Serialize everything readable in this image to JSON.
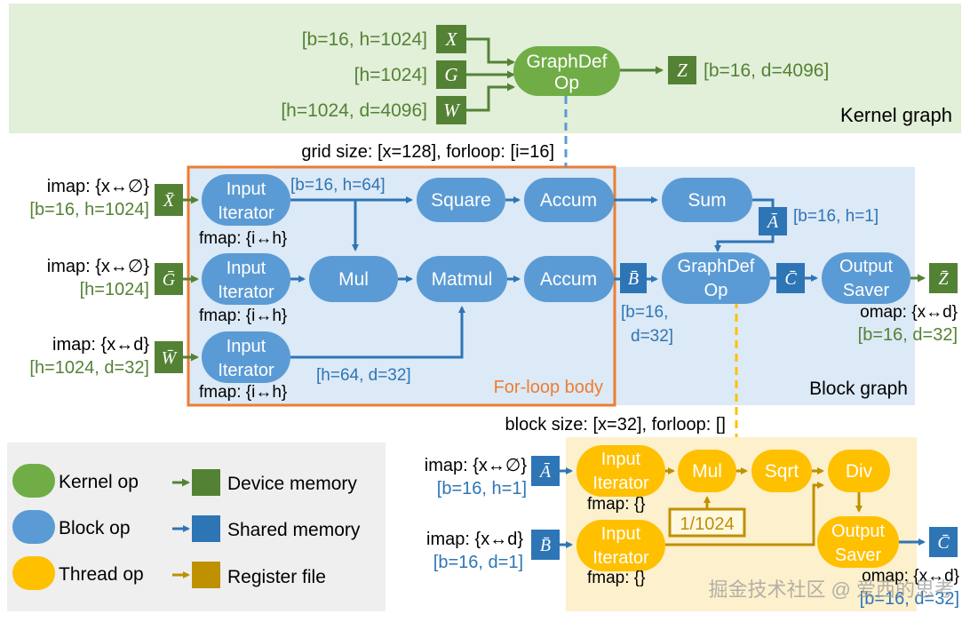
{
  "colors": {
    "kernel_bg": "#e2efd9",
    "block_bg": "#dce9f6",
    "thread_bg": "#fdf0cc",
    "legend_bg": "#efefef",
    "kernel_op": "#70ad47",
    "block_op": "#5b9bd5",
    "thread_op": "#ffc000",
    "device_mem": "#548235",
    "shared_mem": "#2e75b6",
    "register_file": "#bf9000",
    "orange_border": "#ed7d31",
    "green_text": "#548235",
    "blue_text": "#2e75b6"
  },
  "kernel_graph": {
    "label": "Kernel graph",
    "op": [
      "GraphDef",
      "Op"
    ],
    "inputs": [
      {
        "symbol": "X",
        "shape": "[b=16, h=1024]"
      },
      {
        "symbol": "G",
        "shape": "[h=1024]"
      },
      {
        "symbol": "W",
        "shape": "[h=1024, d=4096]"
      }
    ],
    "output": {
      "symbol": "Z",
      "shape": "[b=16, d=4096]"
    }
  },
  "block_graph": {
    "label": "Block graph",
    "grid_text": "grid size: [x=128], forloop: [i=16]",
    "forloop_label": "For-loop body",
    "inputs": [
      {
        "symbol": "X̄",
        "imap": "imap: {x↔∅}",
        "shape": "[b=16, h=1024]",
        "fmap": "fmap: {i↔h}"
      },
      {
        "symbol": "Ḡ",
        "imap": "imap: {x↔∅}",
        "shape": "[h=1024]",
        "fmap": "fmap: {i↔h}"
      },
      {
        "symbol": "W̄",
        "imap": "imap: {x↔d}",
        "shape": "[h=1024, d=32]",
        "fmap": "fmap: {i↔h}"
      }
    ],
    "ops": {
      "input_iterator": [
        "Input",
        "Iterator"
      ],
      "square": "Square",
      "accum": "Accum",
      "sum": "Sum",
      "mul": "Mul",
      "matmul": "Matmul",
      "graphdef": [
        "GraphDef",
        "Op"
      ],
      "output_saver": [
        "Output",
        "Saver"
      ]
    },
    "edge_labels": {
      "bh": "[b=16, h=64]",
      "hd": "[h=64, d=32]",
      "a_shape": "[b=16, h=1]",
      "b_shape": [
        "[b=16,",
        "d=32]"
      ]
    },
    "tensors": {
      "a": "Ā",
      "b": "B̄",
      "c": "C̄",
      "z": "Z̄"
    },
    "omap": "omap: {x↔d}",
    "out_shape": "[b=16, d=32]"
  },
  "thread_graph": {
    "block_text": "block size: [x=32], forloop: []",
    "inputs": [
      {
        "symbol": "Ā",
        "imap": "imap: {x↔∅}",
        "shape": "[b=16, h=1]",
        "fmap": "fmap: {}"
      },
      {
        "symbol": "B̄",
        "imap": "imap: {x↔d}",
        "shape": "[b=16, d=1]",
        "fmap": "fmap: {}"
      }
    ],
    "ops": {
      "input_iterator": [
        "Input",
        "Iterator"
      ],
      "mul": "Mul",
      "sqrt": "Sqrt",
      "div": "Div",
      "output_saver": [
        "Output",
        "Saver"
      ]
    },
    "constant": "1/1024",
    "output": {
      "symbol": "C̄",
      "omap": "omap: {x↔d}",
      "shape": "[b=16, d=32]"
    }
  },
  "legend": {
    "kernel_op": "Kernel op",
    "block_op": "Block op",
    "thread_op": "Thread op",
    "device_memory": "Device memory",
    "shared_memory": "Shared memory",
    "register_file": "Register file"
  },
  "watermark": "掘金技术社区 @ 爱西的思考"
}
